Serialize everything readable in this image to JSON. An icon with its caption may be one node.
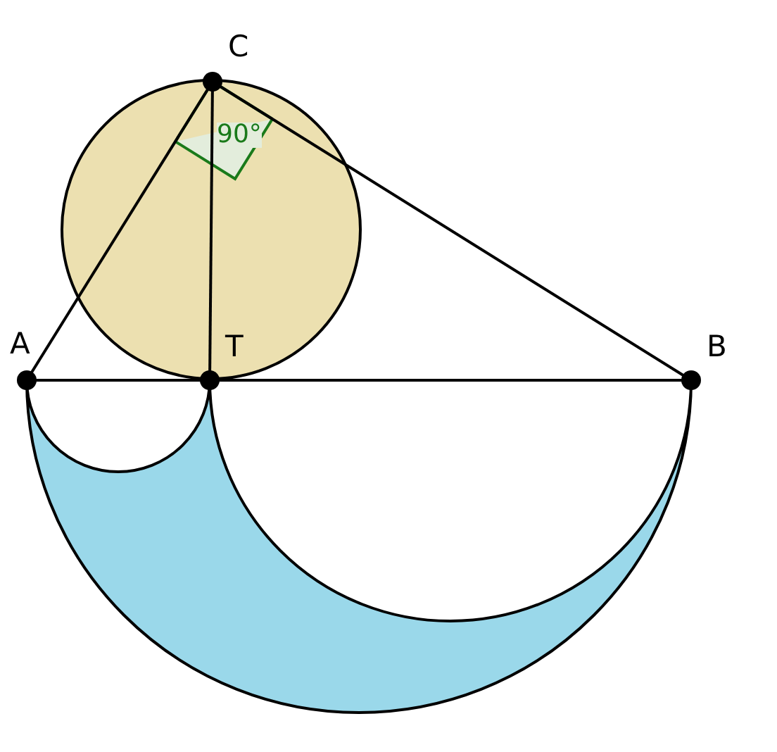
{
  "diagram": {
    "labels": [
      "C",
      "90°",
      "A",
      "T",
      "B"
    ]
  }
}
